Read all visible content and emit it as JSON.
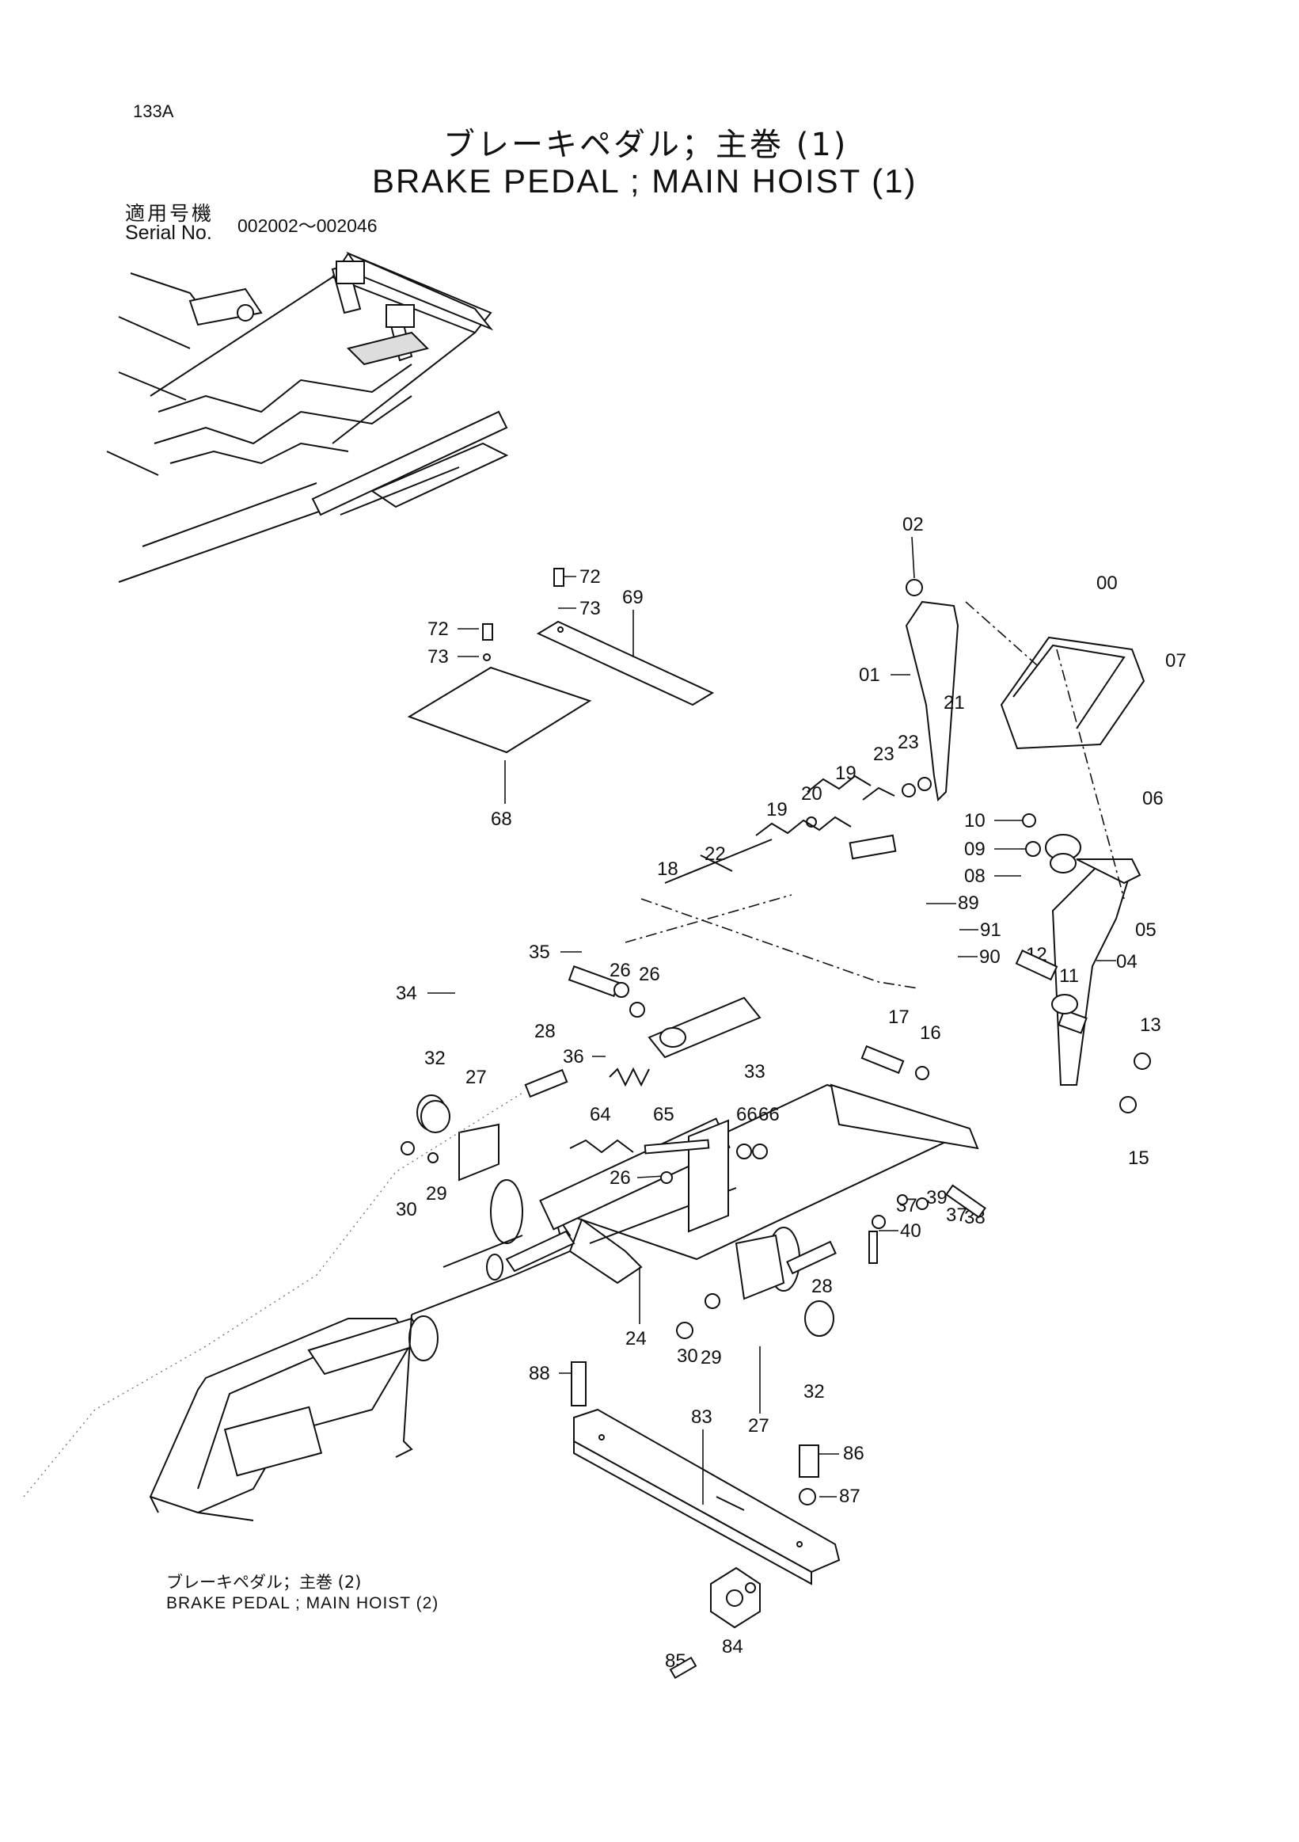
{
  "header": {
    "page_code": "133A",
    "title_ja": "ブレーキペダル；主巻 (1)",
    "title_en": "BRAKE PEDAL ; MAIN HOIST (1)",
    "serial_label_ja": "適用号機",
    "serial_label_en": "Serial No.",
    "serial_range": "002002～002046"
  },
  "reference": {
    "label_ja": "ブレーキペダル；主巻 (2)",
    "label_en": "BRAKE PEDAL ; MAIN HOIST (2)"
  },
  "callouts": [
    "00",
    "01",
    "02",
    "04",
    "05",
    "06",
    "07",
    "08",
    "09",
    "10",
    "11",
    "12",
    "13",
    "15",
    "16",
    "17",
    "18",
    "19",
    "19",
    "20",
    "21",
    "22",
    "23",
    "23",
    "24",
    "26",
    "26",
    "26",
    "27",
    "27",
    "28",
    "28",
    "29",
    "29",
    "30",
    "30",
    "32",
    "32",
    "33",
    "34",
    "35",
    "36",
    "37",
    "37",
    "38",
    "39",
    "40",
    "64",
    "65",
    "66",
    "66",
    "68",
    "69",
    "72",
    "72",
    "73",
    "73",
    "83",
    "84",
    "85",
    "86",
    "87",
    "88",
    "89",
    "90",
    "91"
  ]
}
